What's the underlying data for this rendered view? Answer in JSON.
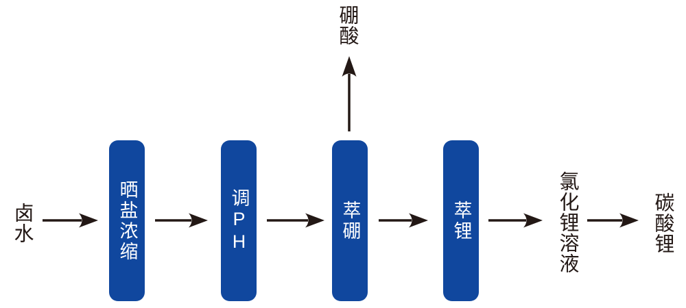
{
  "colors": {
    "box_bg": "#10479e",
    "box_text": "#ffffff",
    "ink": "#231815",
    "background": "#ffffff"
  },
  "flow": {
    "source": "卤水",
    "steps": [
      "晒盐浓缩",
      "调PH",
      "萃硼",
      "萃锂"
    ],
    "byproduct": "硼酸",
    "intermediate": "氯化锂溶液",
    "product": "碳酸锂"
  }
}
